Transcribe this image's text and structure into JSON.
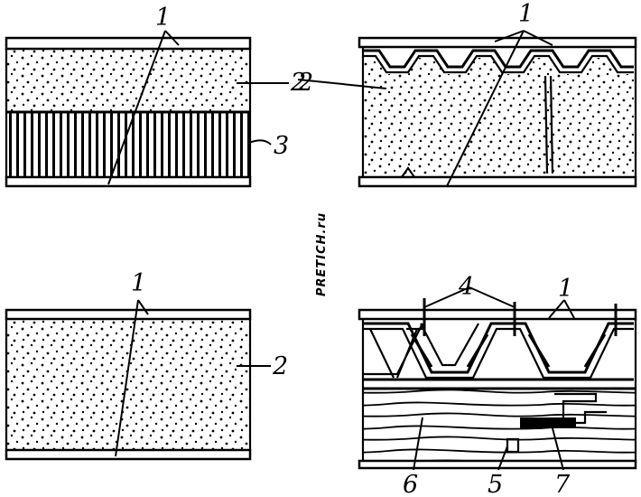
{
  "figure": {
    "watermark": "PRETICH.ru",
    "panels": [
      {
        "id": "top-left",
        "callouts": [
          "1",
          "2",
          "3"
        ]
      },
      {
        "id": "top-right",
        "callouts": [
          "1",
          "2"
        ]
      },
      {
        "id": "bottom-left",
        "callouts": [
          "1",
          "2"
        ]
      },
      {
        "id": "bottom-right",
        "callouts": [
          "4",
          "1",
          "6",
          "5",
          "7"
        ]
      }
    ]
  }
}
